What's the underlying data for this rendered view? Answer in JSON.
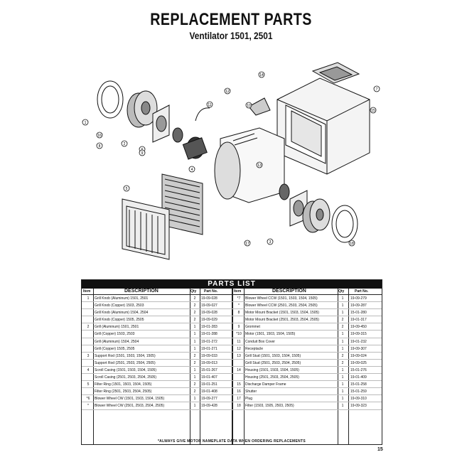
{
  "page": {
    "title": "REPLACEMENT PARTS",
    "subtitle": "Ventilator 1501, 2501",
    "page_number": "15"
  },
  "parts_list": {
    "header": "PARTS LIST",
    "columns": {
      "item": "Item",
      "description": "DESCRIPTION",
      "qty": "Qty",
      "part_no": "Part No."
    },
    "footnote": "*ALWAYS GIVE MOTOR NAMEPLATE DATA WHEN ORDERING REPLACEMENTS",
    "rows": [
      {
        "item": "1",
        "desc": "Grill Knob (Aluminum) 1501, 2501",
        "qty": "2",
        "part": "19-09-028",
        "item2": "*7",
        "desc2": "Blower Wheel CCW (1501, 1503, 1504, 1505)",
        "qty2": "1",
        "part2": "19-09-279"
      },
      {
        "item": "",
        "desc": "Grill Knob (Copper) 1503, 2503",
        "qty": "2",
        "part": "19-09-027",
        "item2": "*",
        "desc2": "Blower Wheel CCW (2501, 2503, 2504, 2505)",
        "qty2": "1",
        "part2": "19-09-287"
      },
      {
        "item": "",
        "desc": "Grill Knob (Aluminum) 1504, 2504",
        "qty": "2",
        "part": "19-09-028",
        "item2": "8",
        "desc2": "Motor Mount Bracket (1501, 1503, 1504, 1505)",
        "qty2": "1",
        "part2": "15-01-280"
      },
      {
        "item": "",
        "desc": "Grill Knob (Copper) 1505, 2505",
        "qty": "2",
        "part": "19-09-029",
        "item2": "",
        "desc2": "Motor Mount Bracket (2501, 2503, 2504, 2505)",
        "qty2": "2",
        "part2": "19-01-317"
      },
      {
        "item": "2",
        "desc": "Grill (Aluminum) 1501, 2501",
        "qty": "1",
        "part": "19-01-283",
        "item2": "9",
        "desc2": "Grommet",
        "qty2": "2",
        "part2": "19-09-450"
      },
      {
        "item": "",
        "desc": "Grill (Copper) 1503, 2503",
        "qty": "1",
        "part": "19-01-288",
        "item2": "*10",
        "desc2": "Motor (1501, 1503, 1504, 1505)",
        "qty2": "1",
        "part2": "19-09-315"
      },
      {
        "item": "",
        "desc": "Grill (Aluminum) 1504, 2504",
        "qty": "1",
        "part": "19-01-272",
        "item2": "11",
        "desc2": "Conduit Box Cover",
        "qty2": "1",
        "part2": "19-01-232"
      },
      {
        "item": "",
        "desc": "Grill (Copper) 1505, 2505",
        "qty": "1",
        "part": "19-01-271",
        "item2": "12",
        "desc2": "Receptacle",
        "qty2": "1",
        "part2": "19-09-307"
      },
      {
        "item": "3",
        "desc": "Support Rod (1501, 1503, 1504, 1505)",
        "qty": "2",
        "part": "19-09-033",
        "item2": "13",
        "desc2": "Grill Stud (1501, 1503, 1504, 1505)",
        "qty2": "2",
        "part2": "19-09-024"
      },
      {
        "item": "",
        "desc": "Support Rod (2501, 2503, 2504, 2505)",
        "qty": "2",
        "part": "19-09-013",
        "item2": "",
        "desc2": "Grill Stud (2501, 2503, 2504, 2505)",
        "qty2": "2",
        "part2": "19-09-025"
      },
      {
        "item": "4",
        "desc": "Scroll Casing (1501, 1503, 1504, 1505)",
        "qty": "1",
        "part": "15-01-267",
        "item2": "14",
        "desc2": "Housing (1501, 1503, 1504, 1505)",
        "qty2": "1",
        "part2": "15-01-276"
      },
      {
        "item": "",
        "desc": "Scroll Casing (2501, 2503, 2504, 2505)",
        "qty": "1",
        "part": "19-01-407",
        "item2": "",
        "desc2": "Housing (2501, 2503, 2504, 2505)",
        "qty2": "1",
        "part2": "19-01-409"
      },
      {
        "item": "5",
        "desc": "Filter Ring (1501, 1503, 1504, 1505)",
        "qty": "2",
        "part": "19-01-251",
        "item2": "15",
        "desc2": "Discharge Damper Frame",
        "qty2": "1",
        "part2": "15-01-258"
      },
      {
        "item": "",
        "desc": "Filter Ring (2501, 2503, 2504, 2505)",
        "qty": "2",
        "part": "19-01-408",
        "item2": "16",
        "desc2": "Shutter",
        "qty2": "1",
        "part2": "15-01-259"
      },
      {
        "item": "*6",
        "desc": "Blower Wheel CW (1501, 1503, 1504, 1505)",
        "qty": "1",
        "part": "19-09-277",
        "item2": "17",
        "desc2": "Plug",
        "qty2": "1",
        "part2": "19-09-310"
      },
      {
        "item": "*",
        "desc": "Blower Wheel CW (2501, 2503, 2504, 2505)",
        "qty": "1",
        "part": "19-09-428",
        "item2": "18",
        "desc2": "Filter (1503, 1505, 2503, 2505)",
        "qty2": "1",
        "part2": "19-09-323"
      }
    ]
  },
  "diagram": {
    "callouts": [
      "1",
      "2",
      "3",
      "4",
      "5",
      "6",
      "7",
      "8",
      "9",
      "10",
      "11",
      "12",
      "13",
      "14",
      "15",
      "16",
      "17",
      "18"
    ]
  }
}
